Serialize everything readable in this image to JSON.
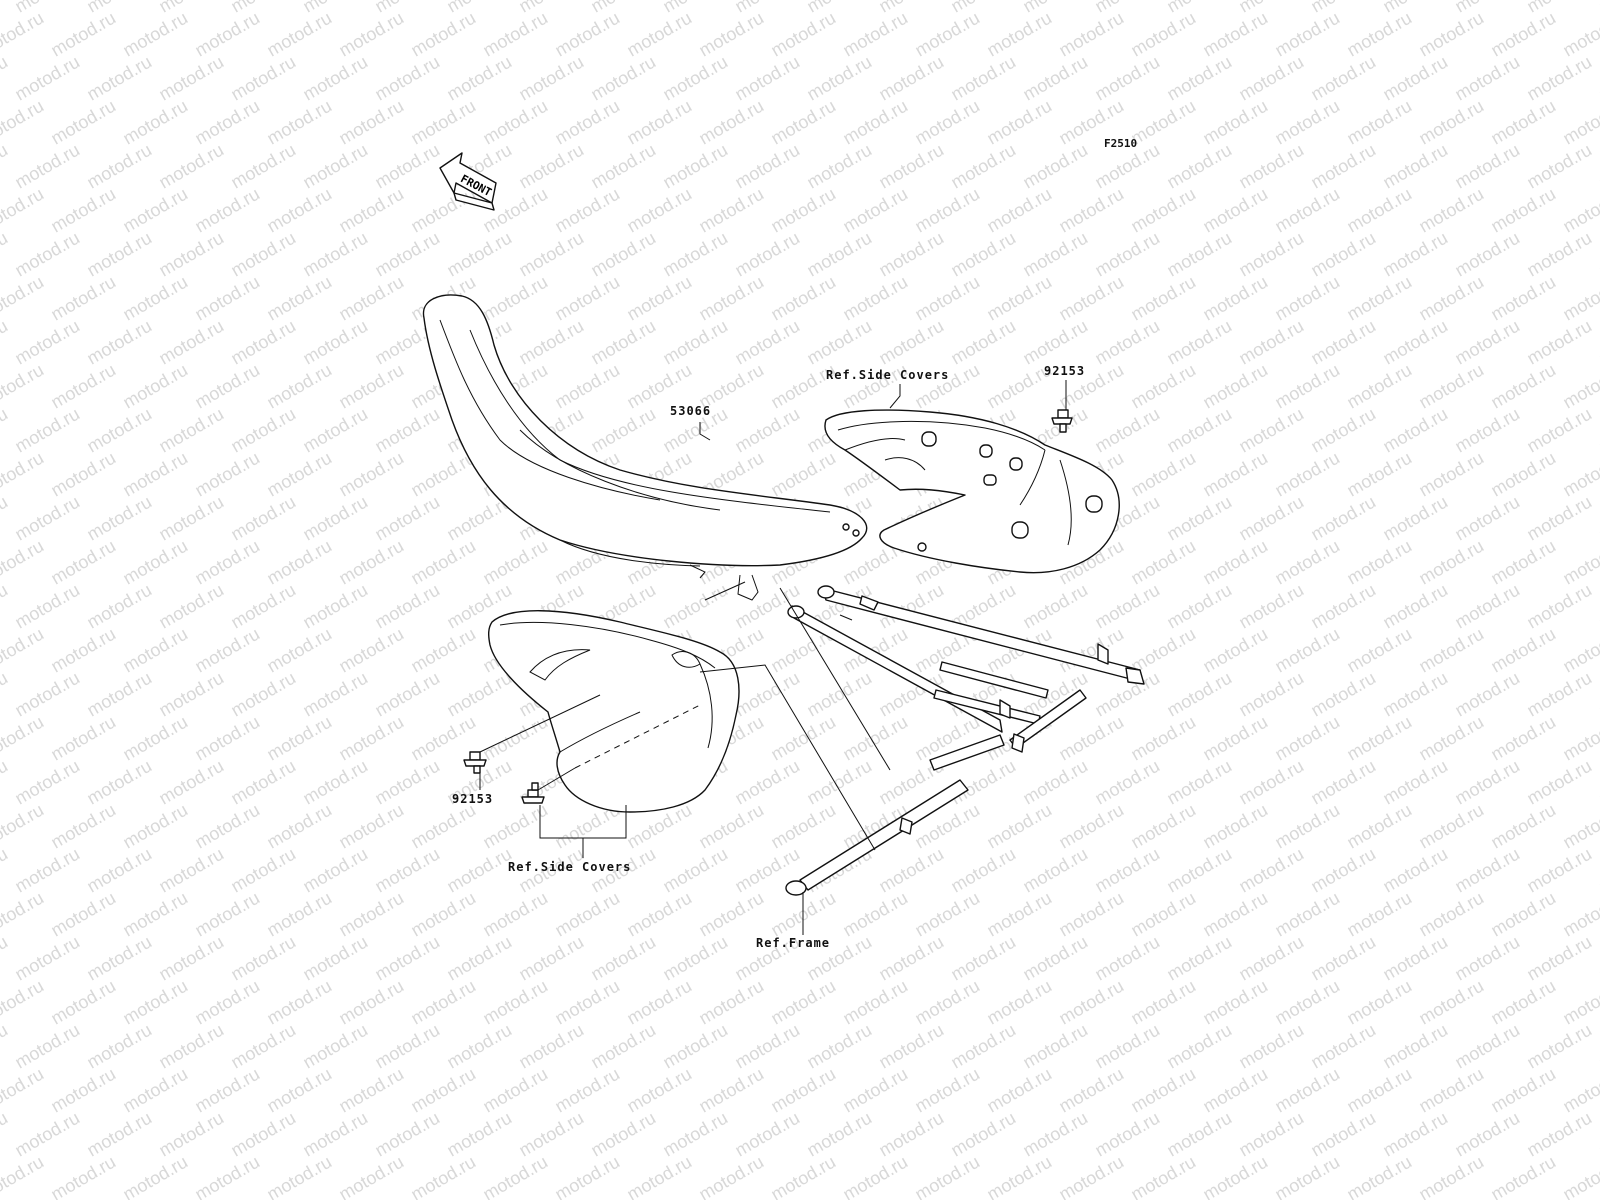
{
  "diagram": {
    "code": "F2510",
    "front_label": "FRONT",
    "watermark_text": "motod.ru",
    "labels": {
      "seat": "53066",
      "bolt_right": "92153",
      "bolt_left": "92153",
      "side_covers_right": "Ref.Side Covers",
      "side_covers_left": "Ref.Side Covers",
      "frame": "Ref.Frame"
    }
  }
}
